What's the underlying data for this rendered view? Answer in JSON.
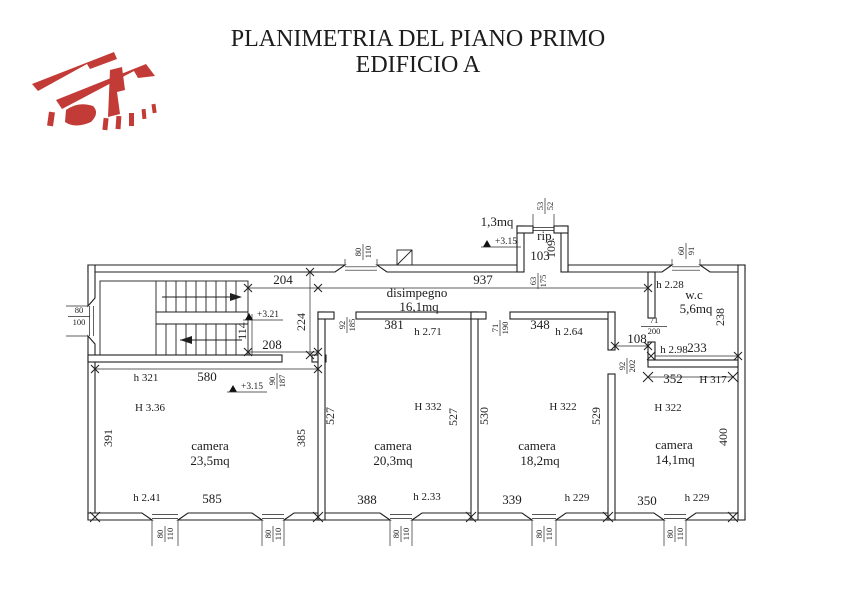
{
  "header": {
    "line1": "PLANIMETRIA DEL PIANO PRIMO",
    "line2": "EDIFICIO A"
  },
  "logo": {
    "color": "#c23b36",
    "name": "red-rooftops-logo"
  },
  "rooms": {
    "disimpegno": {
      "name": "disimpegno",
      "area": "16,1mq"
    },
    "rip": {
      "name": "rip.",
      "area": "1,3mq"
    },
    "wc": {
      "name": "w.c",
      "area": "5,6mq",
      "height": "h 2.28"
    },
    "camera1": {
      "name": "camera",
      "area": "23,5mq",
      "height": "H 3.36",
      "win_top": "h 321",
      "win_bottom": "h 2.41"
    },
    "camera2": {
      "name": "camera",
      "area": "20,3mq",
      "height": "H 332",
      "door_top": "h 2.71",
      "win_bottom": "h 2.33"
    },
    "camera3": {
      "name": "camera",
      "area": "18,2mq",
      "height": "H 322",
      "door_top": "h 2.64",
      "win_bottom": "h 229"
    },
    "camera4": {
      "name": "camera",
      "area": "14,1mq",
      "height": "H 322",
      "win_bottom": "h 229",
      "wall_h": "H 317",
      "door_h": "h 2.98"
    }
  },
  "levels": {
    "l315": "+3.15",
    "l321": "+3.21"
  },
  "dims": {
    "d204": "204",
    "d937": "937",
    "d224": "224",
    "d208": "208",
    "d114": "114",
    "d580": "580",
    "d585": "585",
    "d391": "391",
    "d385": "385",
    "d527": "527",
    "d530": "530",
    "d529": "529",
    "d388": "388",
    "d381": "381",
    "d348": "348",
    "d339": "339",
    "d350": "350",
    "d352": "352",
    "d233": "233",
    "d108": "108",
    "d400": "400",
    "d238": "238",
    "d103": "103",
    "d109": "109"
  },
  "fracs": {
    "w80_110": {
      "n": "80",
      "d": "110"
    },
    "w80_100": {
      "n": "80",
      "d": "100"
    },
    "w60_91": {
      "n": "60",
      "d": "91"
    },
    "w53_52": {
      "n": "53",
      "d": "52"
    },
    "d63_175": {
      "n": "63",
      "d": "175"
    },
    "d92_185": {
      "n": "92",
      "d": "185"
    },
    "d71_190": {
      "n": "71",
      "d": "190"
    },
    "d90_187": {
      "n": "90",
      "d": "187"
    },
    "d92_202": {
      "n": "92",
      "d": "202"
    },
    "d71_200": {
      "n": "71",
      "d": "200"
    }
  }
}
